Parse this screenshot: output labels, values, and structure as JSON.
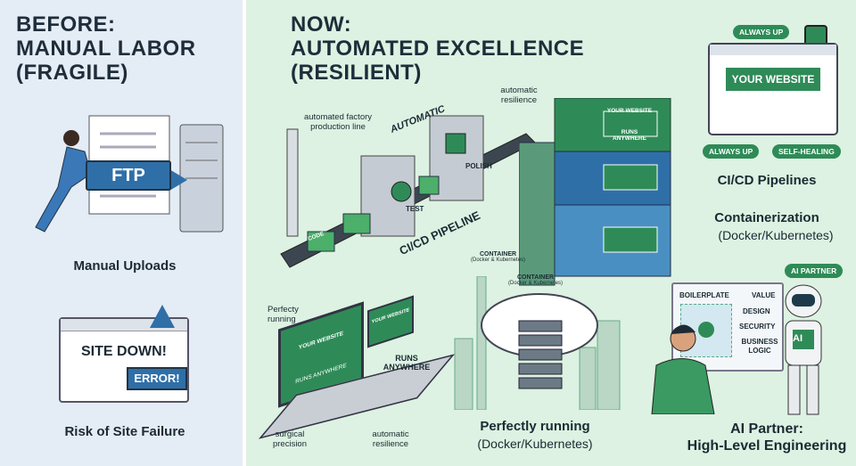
{
  "before": {
    "title_line1": "BEFORE:",
    "title_line2": "MANUAL LABOR",
    "title_line3": "(FRAGILE)",
    "ftp_label": "FTP",
    "manual_caption": "Manual Uploads",
    "site_down": "SITE DOWN!",
    "error": "ERROR!",
    "failure_caption": "Risk of Site Failure"
  },
  "now": {
    "title_line1": "NOW:",
    "title_line2": "AUTOMATED EXCELLENCE",
    "title_line3": "(RESILIENT)",
    "factory_note": "automated factory production line",
    "automatic": "AUTOMATIC",
    "resilience_note": "automatic resilience",
    "code_box": "CODE",
    "test": "TEST",
    "polish": "POLISH",
    "pipeline": "CI/CD PIPELINE",
    "container_label": "CONTAINER",
    "container_sub": "(Docker & Kubernetes)",
    "container_website": "YOUR WEBSITE",
    "container_runs": "RUNS ANYWHERE",
    "always_up_top": "ALWAYS UP",
    "your_website": "YOUR WEBSITE",
    "always_up": "ALWAYS UP",
    "self_healing": "SELF-HEALING",
    "cicd_caption": "CI/CD Pipelines",
    "containerization_caption": "Containerization",
    "containerization_sub": "(Docker/Kubernetes)",
    "laptop_running": "Perfecty running",
    "laptop_website": "YOUR WEBSITE",
    "laptop_runs": "RUNS ANYWHERE",
    "runs_anywhere": "RUNS ANYWHERE",
    "surgical": "surgical precision",
    "laptop_resilience": "automatic resilience",
    "cloud_caption": "Perfectly running",
    "cloud_sub": "(Docker/Kubernetes)",
    "ai_partner_bubble": "AI PARTNER",
    "boilerplate": "BOILERPLATE",
    "value": "VALUE",
    "design": "DESIGN",
    "security": "SECURITY",
    "business_logic": "BUSINESS LOGIC",
    "robot_chest": "AI",
    "ai_caption_line1": "AI Partner:",
    "ai_caption_line2": "High-Level Engineering"
  },
  "colors": {
    "green": "#2e8b57",
    "blue": "#2f6fa8",
    "left_bg": "#e4ecf6",
    "right_bg": "#ddf2e2"
  }
}
